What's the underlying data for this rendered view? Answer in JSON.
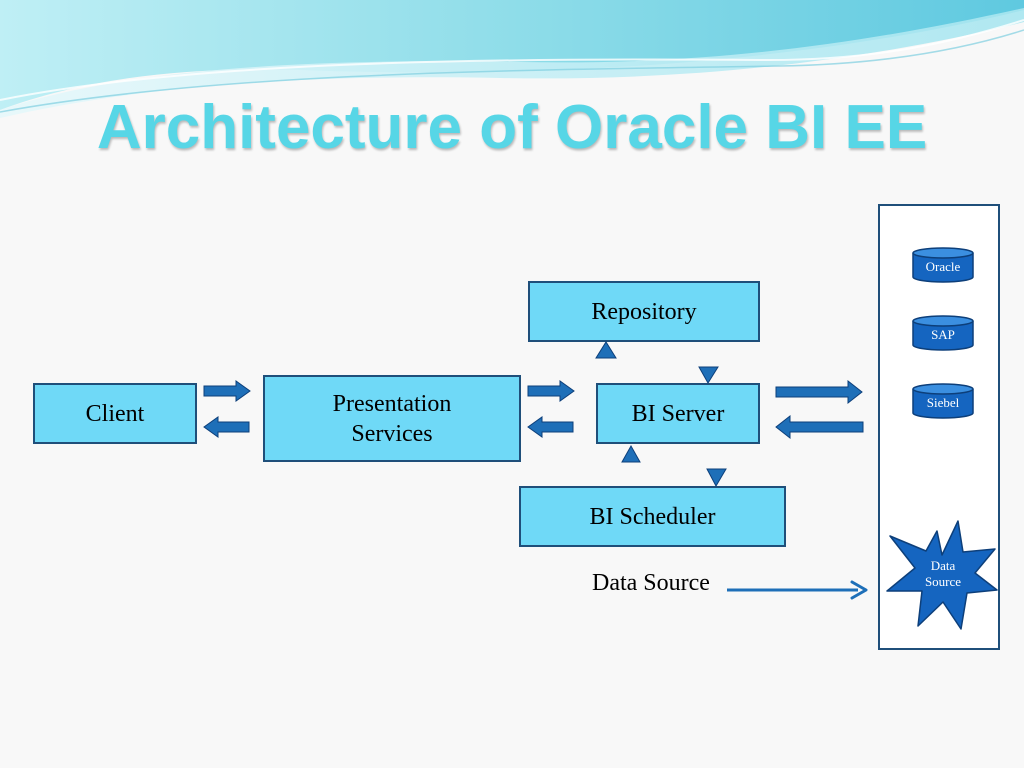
{
  "title": "Architecture of Oracle BI EE",
  "nodes": {
    "client": "Client",
    "presentation_services": "Presentation Services",
    "repository": "Repository",
    "bi_server": "BI Server",
    "bi_scheduler": "BI Scheduler"
  },
  "data_sources": [
    "Oracle",
    "SAP",
    "Siebel"
  ],
  "data_source_star": "Data Source",
  "data_source_pointer_label": "Data Source",
  "colors": {
    "title": "#57d6e6",
    "box_fill": "#6fd9f7",
    "box_border": "#1f4f7a",
    "arrow": "#1e6fb8",
    "database": "#1565c0"
  }
}
